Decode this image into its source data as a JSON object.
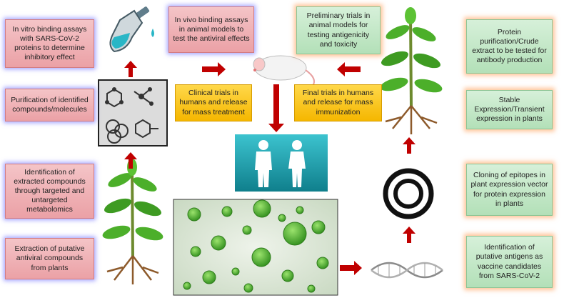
{
  "boxes": {
    "in_vitro": "In vitro binding assays with SARS-CoV-2 proteins to determine inhibitory effect",
    "in_vivo": "In vivo binding assays in animal models to test the antiviral effects",
    "preliminary": "Preliminary trials in animal models for testing antigenicity and toxicity",
    "protein_purification": "Protein purification/Crude extract to be tested for antibody production",
    "purification_compounds": "Purification of identified compounds/molecules",
    "clinical_trials": "Clinical trials in humans and release for mass treatment",
    "final_trials": "Final trials in humans and release for mass immunization",
    "stable_expression": "Stable Expression/Transient expression in plants",
    "identification_compounds": "Identification of extracted compounds through targeted and untargeted metabolomics",
    "cloning": "Cloning of epitopes in plant expression vector for protein expression in plants",
    "extraction": "Extraction of putative antiviral compounds from plants",
    "antigens": "Identification of putative antigens as vaccine candidates from SARS-CoV-2"
  },
  "colors": {
    "arrow": "#c00000",
    "red_box": "#eba1a6",
    "green_box": "#b3e0b8",
    "yellow_box": "#f5b700",
    "teal": "#1a9aa8",
    "virus": "#4caf2a"
  }
}
